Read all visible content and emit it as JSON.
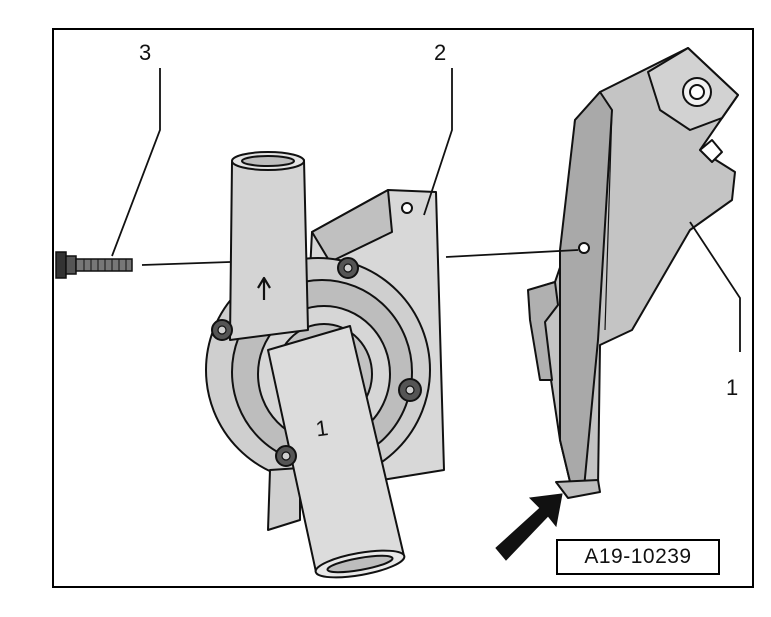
{
  "callouts": {
    "part_1": "1",
    "part_2": "2",
    "part_3": "3",
    "pump_flow_mark": "1"
  },
  "figure_ref": "A19-10239",
  "colors": {
    "line": "#111111",
    "metal_light": "#dcdcdc",
    "metal_mid": "#b8b8b8",
    "metal_dark": "#8c8c8c",
    "arrow": "#111111"
  },
  "icons": {
    "direction_arrow": "arrow-icon"
  }
}
